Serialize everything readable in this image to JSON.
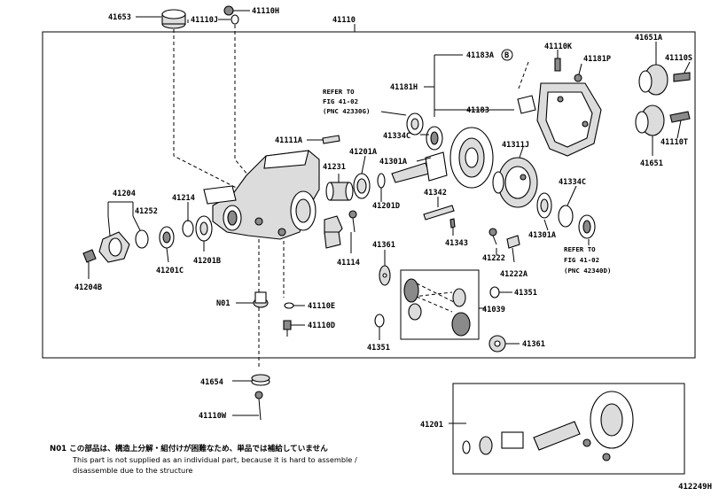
{
  "labels": {
    "p41653": "41653",
    "p41110H": "41110H",
    "p41110J": "41110J",
    "p41110": "41110",
    "p41651A": "41651A",
    "p41110K": "41110K",
    "p41183A": "41183A",
    "circleB": "B",
    "p41181P": "41181P",
    "p41110S": "41110S",
    "p41181H": "41181H",
    "p41183": "41183",
    "p41110T": "41110T",
    "p41651": "41651",
    "p41111A": "41111A",
    "p41334C_a": "41334C",
    "p41311J": "41311J",
    "p41201A_a": "41201A",
    "p41301A_a": "41301A",
    "p41231": "41231",
    "p41204": "41204",
    "p41252": "41252",
    "p41214": "41214",
    "p41201D": "41201D",
    "p41342": "41342",
    "p41334C_b": "41334C",
    "p41301A_b": "41301A",
    "p41343": "41343",
    "p41361_a": "41361",
    "p41222": "41222",
    "p41222A": "41222A",
    "p41114": "41114",
    "p41201C": "41201C",
    "p41201B": "41201B",
    "p41204B": "41204B",
    "p41351_a": "41351",
    "p41039": "41039",
    "pN01": "N01",
    "p41110E": "41110E",
    "p41110D": "41110D",
    "p41351_b": "41351",
    "p41361_b": "41361",
    "p41654": "41654",
    "p41110W": "41110W",
    "p41201": "41201"
  },
  "refs": {
    "top_line1": "REFER TO",
    "top_line2": "FIG 41-02",
    "top_line3": "(PNC 42330G)",
    "right_line1": "REFER TO",
    "right_line2": "FIG 41-02",
    "right_line3": "(PNC 42340D)"
  },
  "note": {
    "jp": "N01 この部品は、構造上分解・組付けが困難なため、単品では補給していません",
    "en1": "This part is not supplied as an individual part, because it is hard to assemble /",
    "en2": "disassemble due to the structure"
  },
  "figure_id": "412249H"
}
